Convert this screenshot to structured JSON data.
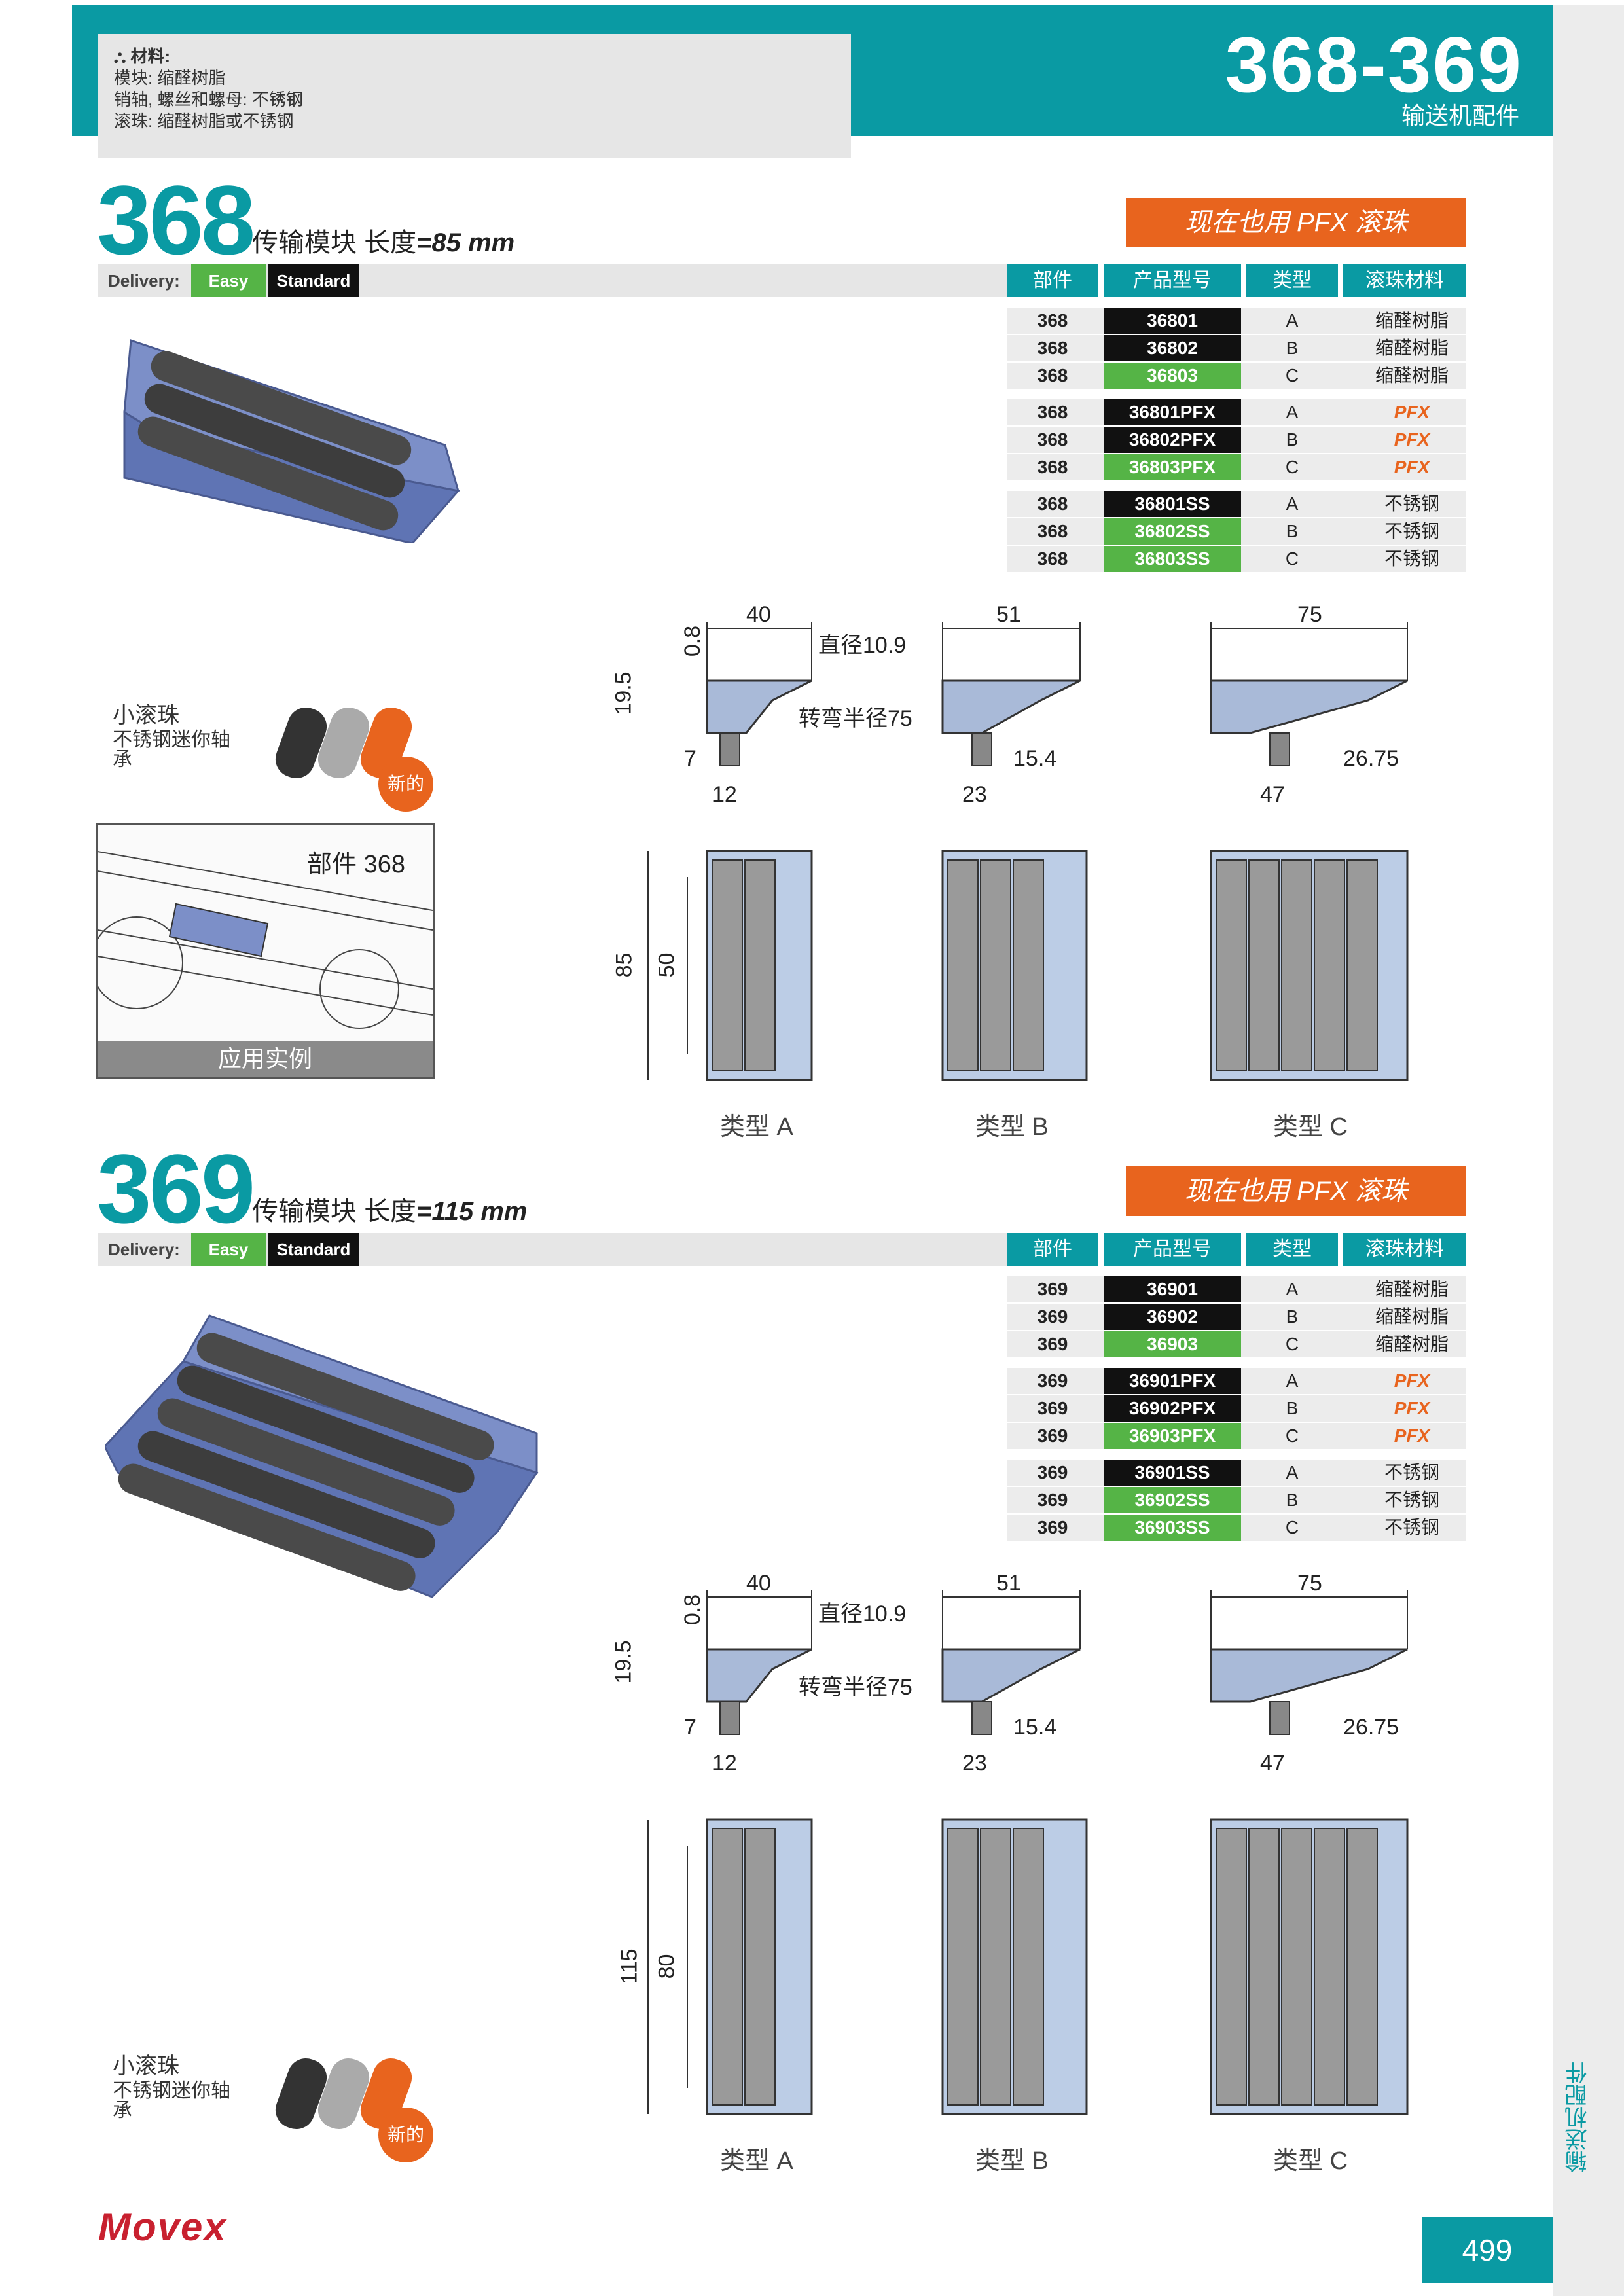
{
  "header": {
    "range": "368-369",
    "category": "输送机配件"
  },
  "materials": {
    "title": "材料:",
    "lines": [
      "模块: 缩醛树脂",
      "销轴, 螺丝和螺母: 不锈钢",
      "滚珠: 缩醛树脂或不锈钢"
    ]
  },
  "sections": [
    {
      "number": "368",
      "title": "传输模块  长度",
      "length": "=85 mm",
      "pfx_banner": "现在也用 PFX 滚珠",
      "delivery": {
        "label": "Delivery:",
        "easy": "Easy",
        "standard": "Standard"
      },
      "table_headers": [
        "部件",
        "产品型号",
        "类型",
        "滚珠材料"
      ],
      "rows": [
        {
          "part": "368",
          "code": "36801",
          "type": "A",
          "material": "缩醛树脂",
          "c": "k"
        },
        {
          "part": "368",
          "code": "36802",
          "type": "B",
          "material": "缩醛树脂",
          "c": "k"
        },
        {
          "part": "368",
          "code": "36803",
          "type": "C",
          "material": "缩醛树脂",
          "c": "g"
        },
        {
          "part": "368",
          "code": "36801PFX",
          "type": "A",
          "material": "PFX",
          "c": "k"
        },
        {
          "part": "368",
          "code": "36802PFX",
          "type": "B",
          "material": "PFX",
          "c": "k"
        },
        {
          "part": "368",
          "code": "36803PFX",
          "type": "C",
          "material": "PFX",
          "c": "g"
        },
        {
          "part": "368",
          "code": "36801SS",
          "type": "A",
          "material": "不锈钢",
          "c": "k"
        },
        {
          "part": "368",
          "code": "36802SS",
          "type": "B",
          "material": "不锈钢",
          "c": "g"
        },
        {
          "part": "368",
          "code": "36803SS",
          "type": "C",
          "material": "不锈钢",
          "c": "g"
        }
      ],
      "dims": {
        "w_a": "40",
        "w_b": "51",
        "w_c": "75",
        "t": "0.8",
        "h": "19.5",
        "dia": "直径10.9",
        "radius": "转弯半径75",
        "bolt": "7",
        "pitch": "12",
        "b_off": "15.4",
        "b_w": "23",
        "c_off": "26.75",
        "c_w": "47",
        "len_total": "85",
        "len_inner": "50"
      },
      "type_labels": [
        "类型 A",
        "类型 B",
        "类型 C"
      ]
    },
    {
      "number": "369",
      "title": "传输模块  长度",
      "length": "=115 mm",
      "pfx_banner": "现在也用 PFX 滚珠",
      "delivery": {
        "label": "Delivery:",
        "easy": "Easy",
        "standard": "Standard"
      },
      "table_headers": [
        "部件",
        "产品型号",
        "类型",
        "滚珠材料"
      ],
      "rows": [
        {
          "part": "369",
          "code": "36901",
          "type": "A",
          "material": "缩醛树脂",
          "c": "k"
        },
        {
          "part": "369",
          "code": "36902",
          "type": "B",
          "material": "缩醛树脂",
          "c": "k"
        },
        {
          "part": "369",
          "code": "36903",
          "type": "C",
          "material": "缩醛树脂",
          "c": "g"
        },
        {
          "part": "369",
          "code": "36901PFX",
          "type": "A",
          "material": "PFX",
          "c": "k"
        },
        {
          "part": "369",
          "code": "36902PFX",
          "type": "B",
          "material": "PFX",
          "c": "k"
        },
        {
          "part": "369",
          "code": "36903PFX",
          "type": "C",
          "material": "PFX",
          "c": "g"
        },
        {
          "part": "369",
          "code": "36901SS",
          "type": "A",
          "material": "不锈钢",
          "c": "k"
        },
        {
          "part": "369",
          "code": "36902SS",
          "type": "B",
          "material": "不锈钢",
          "c": "g"
        },
        {
          "part": "369",
          "code": "36903SS",
          "type": "C",
          "material": "不锈钢",
          "c": "g"
        }
      ],
      "dims": {
        "w_a": "40",
        "w_b": "51",
        "w_c": "75",
        "t": "0.8",
        "h": "19.5",
        "dia": "直径10.9",
        "radius": "转弯半径75",
        "bolt": "7",
        "pitch": "12",
        "b_off": "15.4",
        "b_w": "23",
        "c_off": "26.75",
        "c_w": "47",
        "len_total": "115",
        "len_inner": "80"
      },
      "type_labels": [
        "类型 A",
        "类型 B",
        "类型 C"
      ]
    }
  ],
  "bearing_note": {
    "title": "小滚珠",
    "sub1": "不锈钢迷你轴",
    "sub2": "承",
    "badge": "新的"
  },
  "application": {
    "label": "部件 368",
    "caption": "应用实例"
  },
  "footer": {
    "brand": "Movex",
    "page": "499",
    "side_label": "输送机配件"
  },
  "colors": {
    "teal": "#0a9aa3",
    "orange": "#e8641e",
    "green": "#55b446",
    "black": "#111111"
  }
}
